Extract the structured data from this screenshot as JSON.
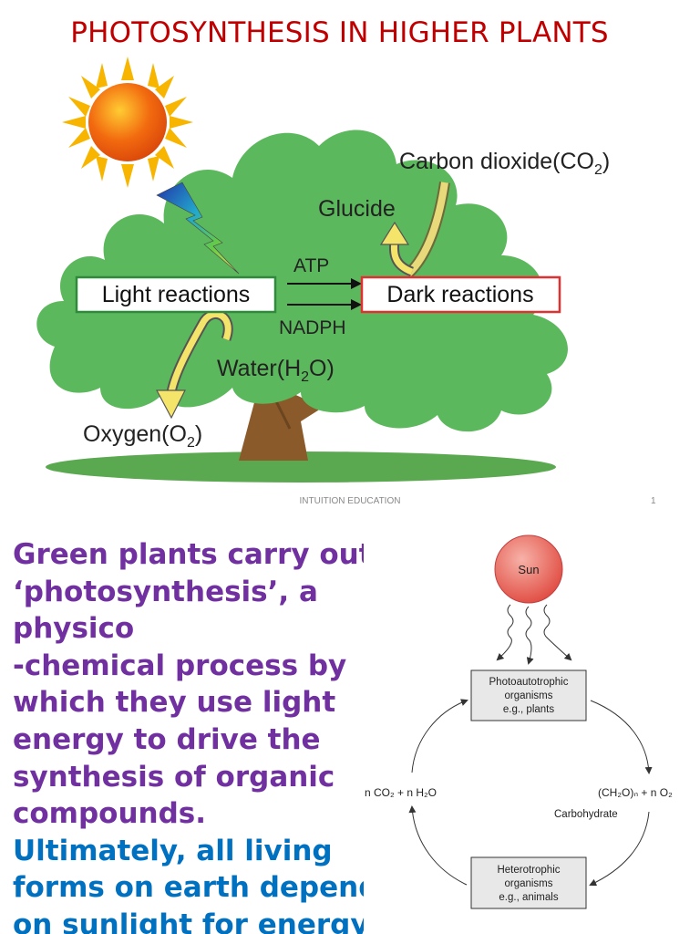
{
  "slide1": {
    "title": "PHOTOSYNTHESIS IN HIGHER PLANTS",
    "labels": {
      "carbon_dioxide": "Carbon dioxide(CO",
      "carbon_dioxide_sub": "2",
      "carbon_dioxide_end": ")",
      "glucide": "Glucide",
      "atp": "ATP",
      "nadph": "NADPH",
      "light_reactions": "Light reactions",
      "dark_reactions": "Dark reactions",
      "water": "Water(H",
      "water_sub": "2",
      "water_end": "O)",
      "oxygen": "Oxygen(O",
      "oxygen_sub": "2",
      "oxygen_end": ")"
    },
    "footer": {
      "org": "INTUITION EDUCATION",
      "page": "1"
    },
    "colors": {
      "title": "#c00000",
      "foliage": "#5cb85c",
      "trunk": "#8b5a2b",
      "sun": "#f26a0f",
      "rays": "#f7b500",
      "light_box": "#2e8b3c",
      "dark_box": "#e03030",
      "arrow": "#f0e060"
    }
  },
  "slide2": {
    "paragraph1_lines": [
      "Green plants carry out",
      "‘photosynthesis’, a",
      "physico",
      "-chemical process by",
      "which they use light",
      "energy to drive the",
      "synthesis of organic",
      "compounds."
    ],
    "paragraph2_lines": [
      "Ultimately, all living",
      "forms on earth depend",
      "on sunlight for energy."
    ],
    "cycle": {
      "sun": "Sun",
      "top_box": [
        "Photoautotrophic",
        "organisms",
        "e.g., plants"
      ],
      "bottom_box": [
        "Heterotrophic",
        "organisms",
        "e.g., animals"
      ],
      "left_label": "n CO₂ + n H₂O",
      "right_label": "(CH₂O)ₙ + n O₂",
      "right_sub_label": "Carbohydrate"
    },
    "colors": {
      "purple": "#7030a0",
      "blue": "#0070c0",
      "sun_fill": "#e8615c"
    }
  }
}
